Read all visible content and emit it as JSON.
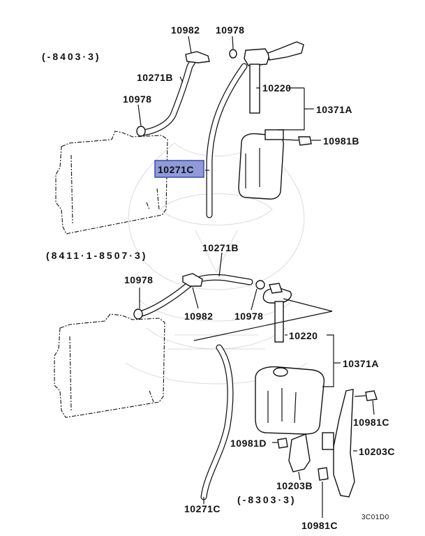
{
  "diagram": {
    "date_ranges": {
      "upper": "(-8403·3)",
      "middle": "(8411·1-8507·3)",
      "lower_bracket": "(-8303·3)"
    },
    "upper_labels": {
      "l10982": "10982",
      "l10978_top": "10978",
      "l10271B": "10271B",
      "l10978_left": "10978",
      "l10220": "10220",
      "l10371A": "10371A",
      "l10981B": "10981B",
      "l10271C_highlight": "10271C"
    },
    "lower_labels": {
      "l10271B": "10271B",
      "l10978_left": "10978",
      "l10982": "10982",
      "l10978_mid": "10978",
      "l10220": "10220",
      "l10371A": "10371A",
      "l10981C_right": "10981C",
      "l10981D": "10981D",
      "l10203C": "10203C",
      "l10203B": "10203B",
      "l10271C": "10271C",
      "l10981C_bottom": "10981C"
    },
    "figure_code": "3C01D0",
    "highlight_color": "#8f9bd9"
  }
}
